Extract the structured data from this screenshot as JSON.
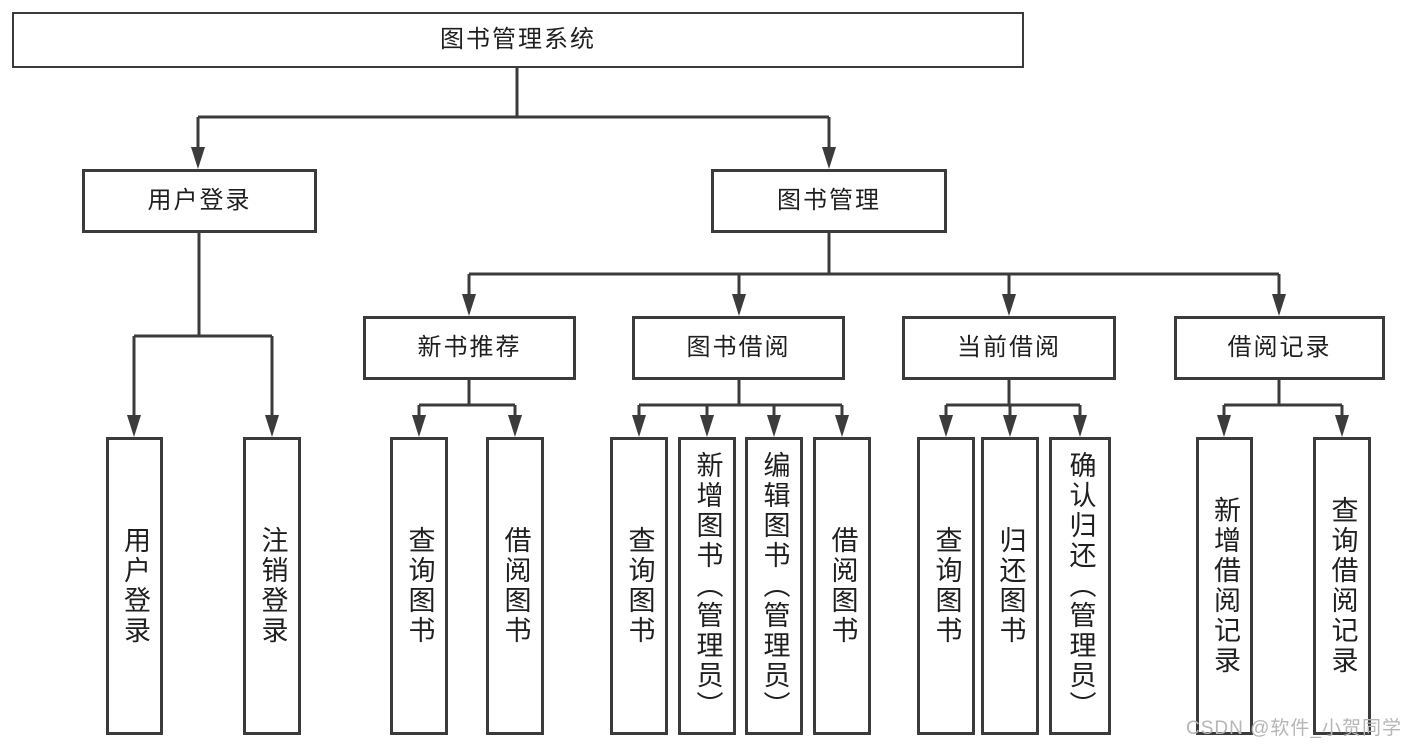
{
  "diagram": {
    "title": "图书管理系统",
    "tree": {
      "label": "图书管理系统",
      "children": [
        {
          "label": "用户登录",
          "children": [
            {
              "label": "用户登录"
            },
            {
              "label": "注销登录"
            }
          ]
        },
        {
          "label": "图书管理",
          "children": [
            {
              "label": "新书推荐",
              "children": [
                {
                  "label": "查询图书"
                },
                {
                  "label": "借阅图书"
                }
              ]
            },
            {
              "label": "图书借阅",
              "children": [
                {
                  "label": "查询图书"
                },
                {
                  "label": "新增图书（管理员）"
                },
                {
                  "label": "编辑图书（管理员）"
                },
                {
                  "label": "借阅图书"
                }
              ]
            },
            {
              "label": "当前借阅",
              "children": [
                {
                  "label": "查询图书"
                },
                {
                  "label": "归还图书"
                },
                {
                  "label": "确认归还（管理员）"
                }
              ]
            },
            {
              "label": "借阅记录",
              "children": [
                {
                  "label": "新增借阅记录"
                },
                {
                  "label": "查询借阅记录"
                }
              ]
            }
          ]
        }
      ]
    },
    "colors": {
      "line": "#3b3b3b",
      "border": "#3b3b3b",
      "text": "#1f1f1f",
      "watermark": "#b6b6b6",
      "background": "#ffffff"
    }
  },
  "watermark": {
    "text": "CSDN @软件_小贺同学"
  }
}
